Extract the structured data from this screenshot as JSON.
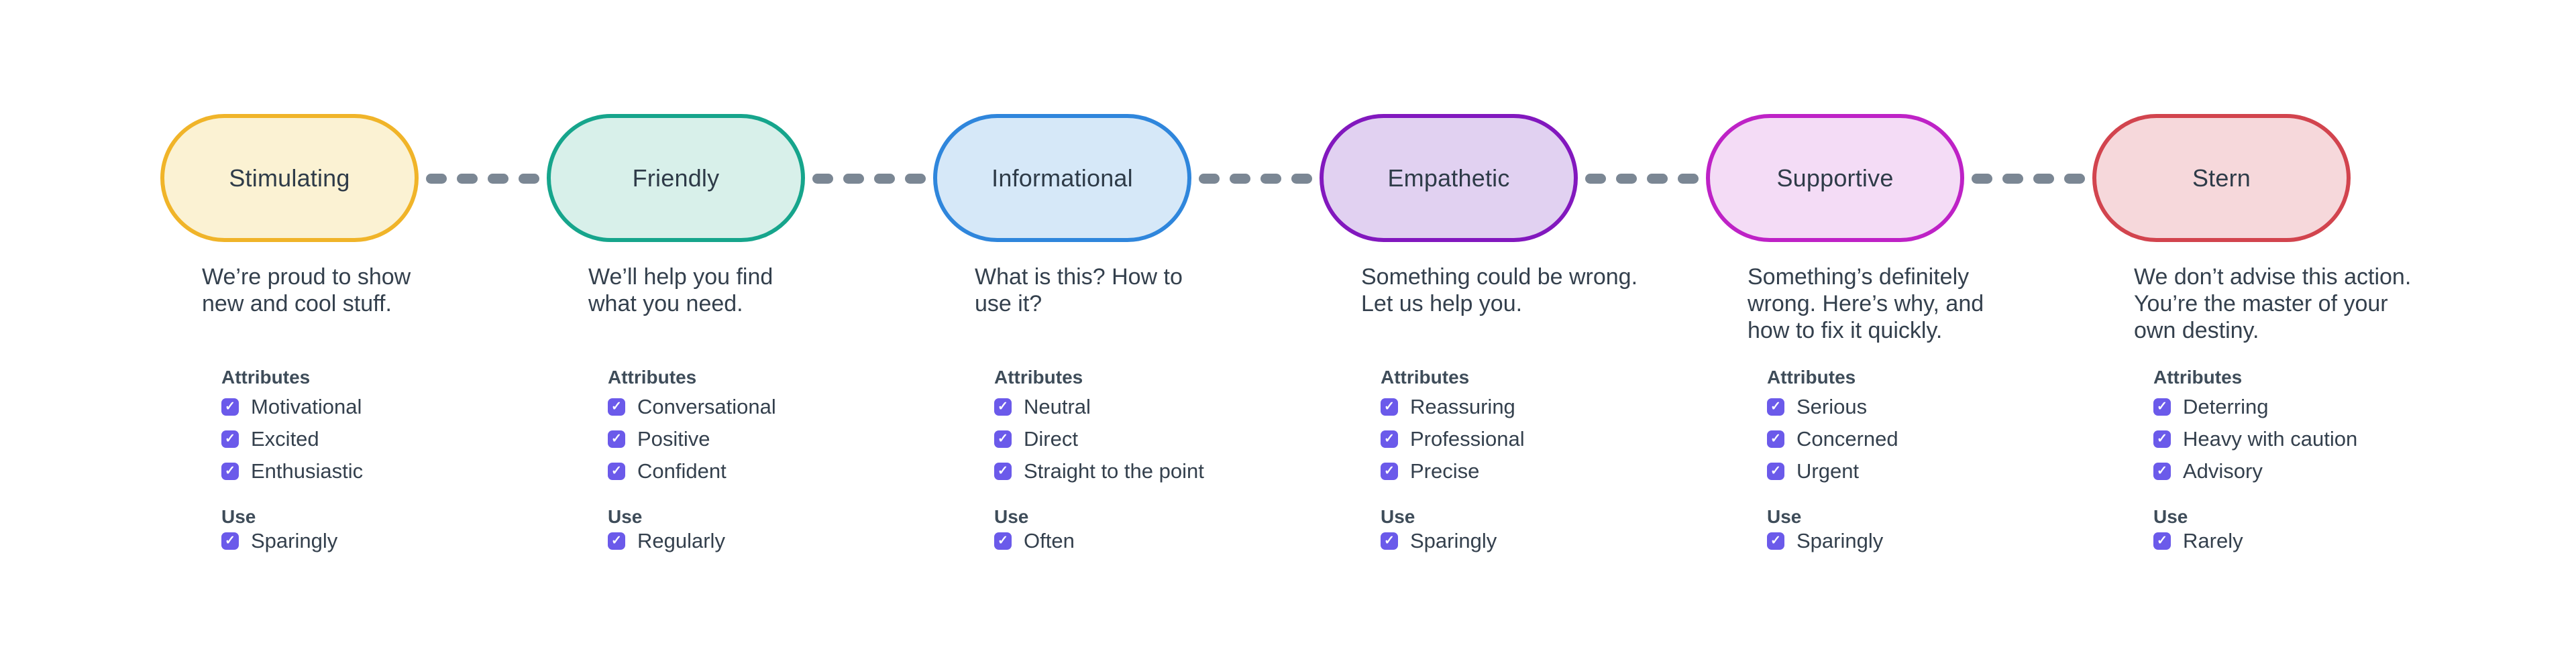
{
  "ui": {
    "checkbox_color": "#6B5AEA",
    "connector_color": "#7B8794",
    "text_color": "#34404D",
    "title_color": "#3E4C59",
    "pill_text_color": "#2E3B48",
    "check_glyph": "✓"
  },
  "diagram": {
    "attributes_title": "Attributes",
    "use_title": "Use",
    "nodes": [
      {
        "label": "Stimulating",
        "border_color": "#F0B429",
        "fill_color": "#FBF2D3",
        "description": "We’re proud to show\nnew and cool stuff.",
        "attributes": [
          "Motivational",
          "Excited",
          "Enthusiastic"
        ],
        "use": [
          "Sparingly"
        ]
      },
      {
        "label": "Friendly",
        "border_color": "#16A58C",
        "fill_color": "#D8F0EA",
        "description": "We’ll help you find\nwhat you need.",
        "attributes": [
          "Conversational",
          "Positive",
          "Confident"
        ],
        "use": [
          "Regularly"
        ]
      },
      {
        "label": "Informational",
        "border_color": "#2F86DC",
        "fill_color": "#D6E8F8",
        "description": "What is this? How to\nuse it?",
        "attributes": [
          "Neutral",
          "Direct",
          "Straight to the point"
        ],
        "use": [
          "Often"
        ]
      },
      {
        "label": "Empathetic",
        "border_color": "#8218BE",
        "fill_color": "#E1D1F1",
        "description": "Something could be wrong.\nLet us help you.",
        "attributes": [
          "Reassuring",
          "Professional",
          "Precise"
        ],
        "use": [
          "Sparingly"
        ]
      },
      {
        "label": "Supportive",
        "border_color": "#BE22C6",
        "fill_color": "#F4DCF6",
        "description": "Something’s definitely\nwrong. Here’s why, and\nhow to fix it quickly.",
        "attributes": [
          "Serious",
          "Concerned",
          "Urgent"
        ],
        "use": [
          "Sparingly"
        ]
      },
      {
        "label": "Stern",
        "border_color": "#D2444E",
        "fill_color": "#F6D8DB",
        "description": "We don’t advise this action.\nYou’re the master of your\nown destiny.",
        "attributes": [
          "Deterring",
          "Heavy with caution",
          "Advisory"
        ],
        "use": [
          "Rarely"
        ]
      }
    ]
  }
}
